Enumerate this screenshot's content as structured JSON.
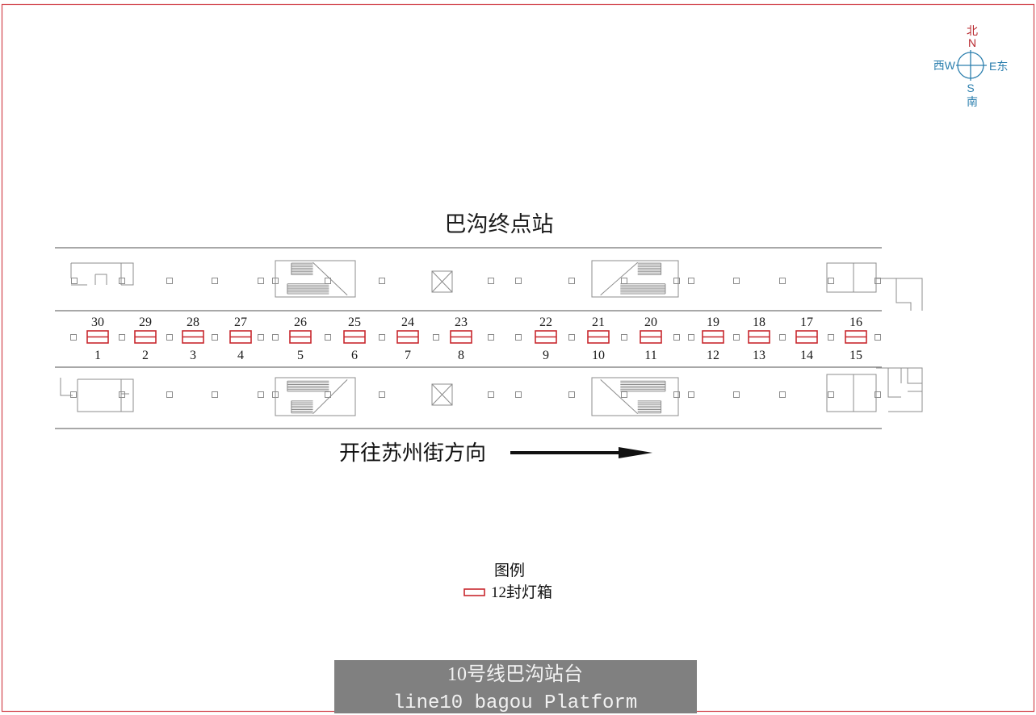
{
  "colors": {
    "border": "#d2444c",
    "lightbox": "#c8282e",
    "compass_north": "#b8282e",
    "compass": "#2c7fae",
    "plan_lines": "#8c8c8c",
    "footer_bg": "#808080",
    "footer_text": "#f2f2f2"
  },
  "compass": {
    "north_cn": "北",
    "north": "N",
    "west": "西W",
    "east": "E东",
    "south": "S",
    "south_cn": "南",
    "icon": "compass-icon"
  },
  "title": "巴沟终点站",
  "lightboxes": [
    {
      "top": "30",
      "bottom": "1"
    },
    {
      "top": "29",
      "bottom": "2"
    },
    {
      "top": "28",
      "bottom": "3"
    },
    {
      "top": "27",
      "bottom": "4"
    },
    {
      "top": "26",
      "bottom": "5"
    },
    {
      "top": "25",
      "bottom": "6"
    },
    {
      "top": "24",
      "bottom": "7"
    },
    {
      "top": "23",
      "bottom": "8"
    },
    {
      "top": "22",
      "bottom": "9"
    },
    {
      "top": "21",
      "bottom": "10"
    },
    {
      "top": "20",
      "bottom": "11"
    },
    {
      "top": "19",
      "bottom": "12"
    },
    {
      "top": "18",
      "bottom": "13"
    },
    {
      "top": "17",
      "bottom": "14"
    },
    {
      "top": "16",
      "bottom": "15"
    }
  ],
  "direction": {
    "label": "开往苏州街方向",
    "icon": "arrow-right-icon"
  },
  "legend": {
    "title": "图例",
    "item_label": "12封灯箱",
    "item_icon": "lightbox-icon"
  },
  "footer": {
    "line1": "10号线巴沟站台",
    "line2": "line10 bagou Platform"
  }
}
